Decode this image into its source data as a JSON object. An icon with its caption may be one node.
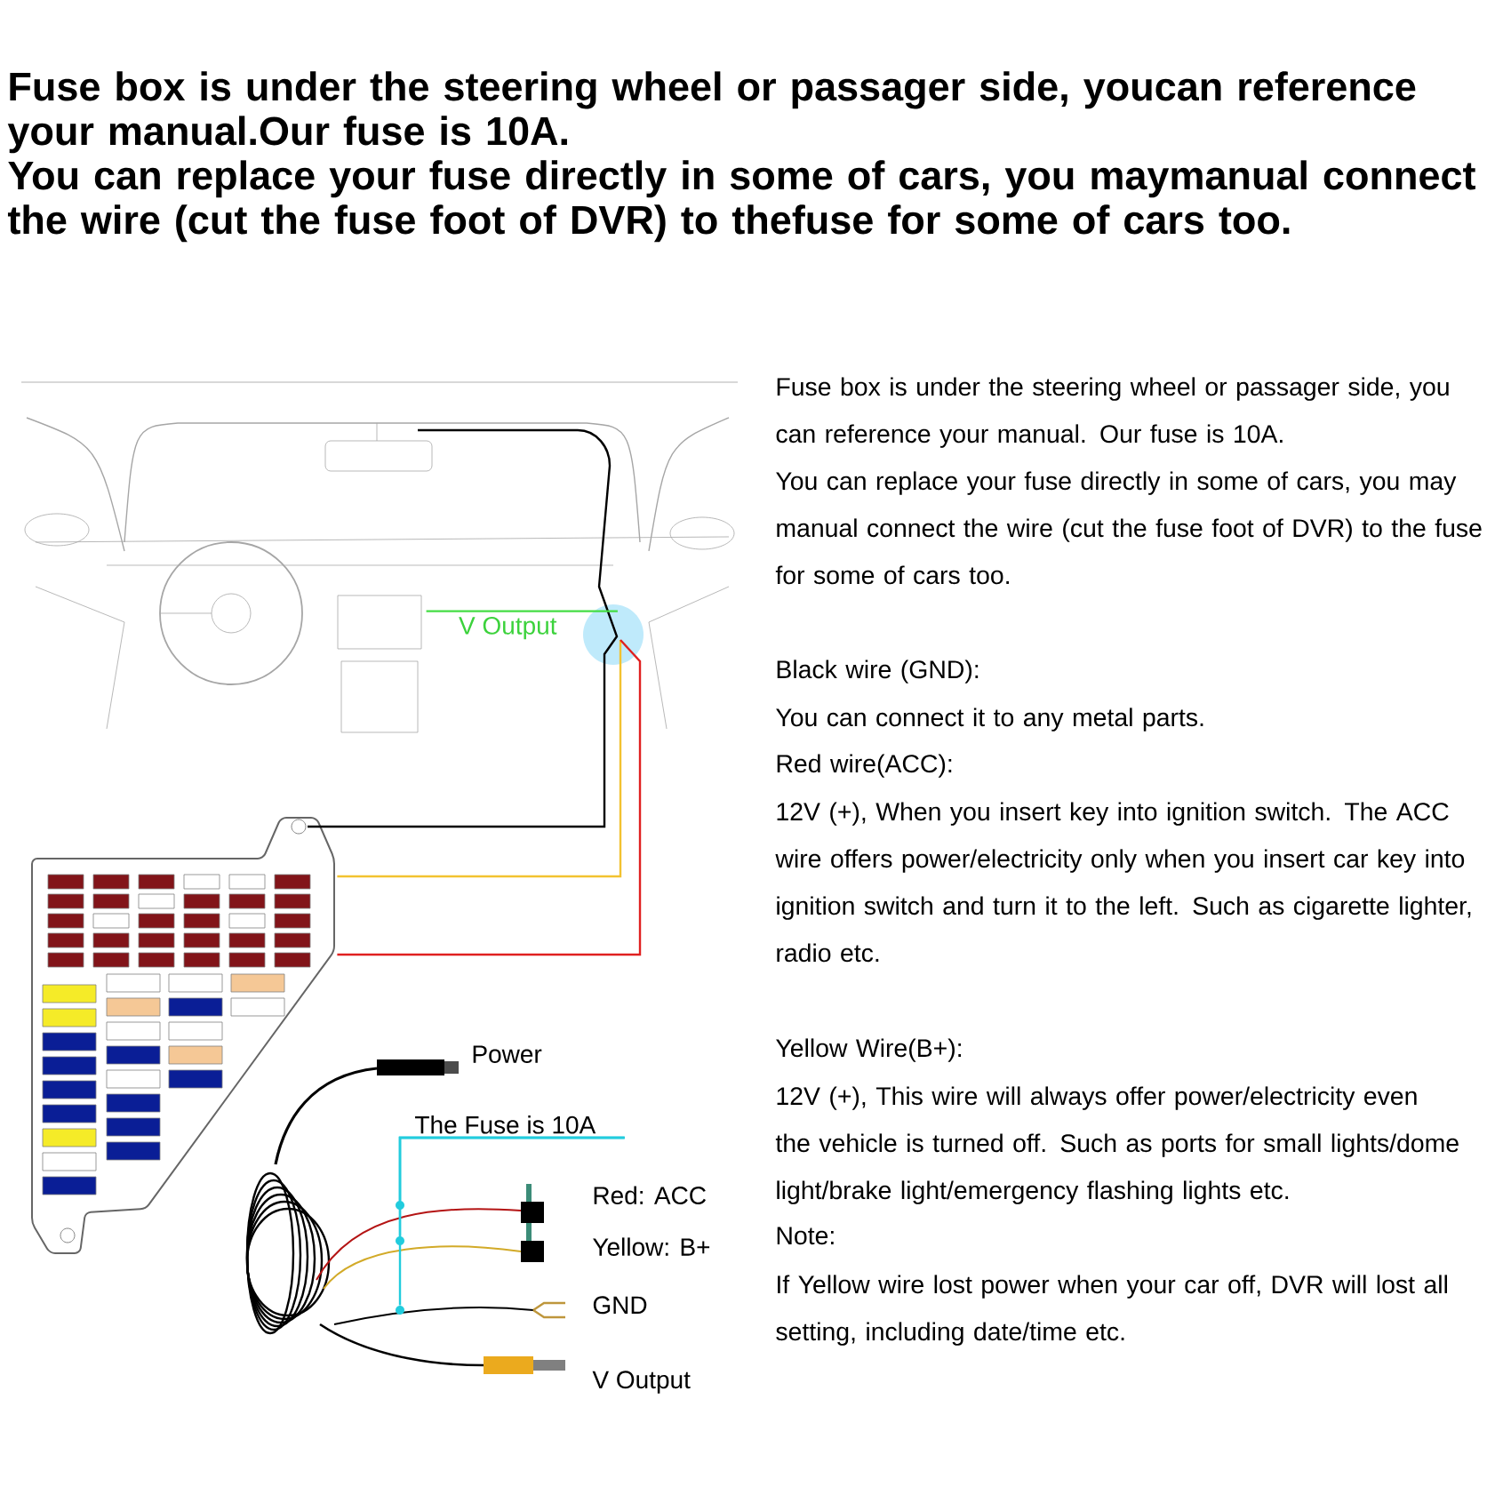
{
  "diagram": {
    "nodes": [
      {
        "text": [],
        "shape": "picture"
      },
      {
        "text": [
          "V Output"
        ],
        "in": 0
      },
      {
        "text": [],
        "shape": "picture"
      },
      {
        "text": [
          "The Fuse is 10A"
        ]
      },
      {
        "text": [],
        "shape": "circle"
      },
      {
        "text": [],
        "shape": "circle"
      },
      {
        "text": [],
        "shape": "circle"
      }
    ],
    "edges": [
      {
        "from": 0,
        "to": 2,
        "arrow": "none",
        "color": "#000000"
      },
      {
        "from": 0,
        "to": 2,
        "arrow": "none",
        "color": "#f2c230"
      },
      {
        "from": 0,
        "to": 2,
        "arrow": "none",
        "color": "#e02020"
      },
      {
        "from": 1,
        "to": null,
        "arrow": "none",
        "color": "#44dd44"
      },
      {
        "from": 3,
        "to": 4,
        "arrow": "none",
        "color": "#22ccdd"
      },
      {
        "from": 3,
        "to": 5,
        "arrow": "none",
        "color": "#22ccdd"
      },
      {
        "from": 3,
        "to": 6,
        "arrow": "none",
        "color": "#22ccdd"
      }
    ],
    "labels": [
      "Fuse box is under the steering wheel or passager side, youcan reference your manual.Our fuse is 10A.",
      "You can replace your fuse directly in some of cars, you maymanual connect the wire (cut the fuse foot of DVR) to thefuse for some of cars too.",
      "Fuse box is under the steering wheel or passager side, you can reference your manual. Our fuse is 10A.",
      "You can replace your fuse directly in some of cars, you may manual connect the wire (cut the fuse foot of DVR) to the fuse for some of cars too.",
      "Black wire (GND):",
      "You can connect it to any metal parts.",
      "Red wire(ACC):",
      "12V (+), When you insert key into ignition switch. The ACC wire offers power/electricity only when you insert car key into ignition switch and turn it to the left. Such as cigarette lighter, radio etc.",
      "Yellow Wire(B+):",
      "12V (+), This wire will always offer power/electricity even the vehicle is turned off. Such as ports for small lights/dome light/brake light/emergency flashing lights etc.",
      "Note:",
      "If Yellow wire lost power when your car off, DVR will lost all setting, including date/time etc.",
      "Power",
      "Red: ACC",
      "Yellow: B+",
      "GND",
      "V Output"
    ]
  }
}
